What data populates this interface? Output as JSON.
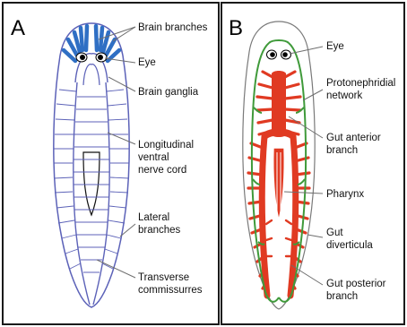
{
  "panels": [
    {
      "letter": "A",
      "labels": [
        [
          "Brain branches"
        ],
        [
          "Eye"
        ],
        [
          "Brain ganglia"
        ],
        [
          "Longitudinal",
          "ventral",
          "nerve cord"
        ],
        [
          "Lateral",
          "branches"
        ],
        [
          "Transverse",
          "commissurres"
        ]
      ]
    },
    {
      "letter": "B",
      "labels": [
        [
          "Eye"
        ],
        [
          "Protonephridial",
          "network"
        ],
        [
          "Gut anterior",
          "branch"
        ],
        [
          "Pharynx"
        ],
        [
          "Gut",
          "diverticula"
        ],
        [
          "Gut posterior",
          "branch"
        ]
      ]
    }
  ],
  "colors": {
    "nerve_outline": "#5c62b8",
    "brain_branches": "#2f6fc4",
    "gut": "#e03a22",
    "protonephridia": "#3f9a3a",
    "eye": "#000000",
    "frame": "#1a1a1a"
  }
}
